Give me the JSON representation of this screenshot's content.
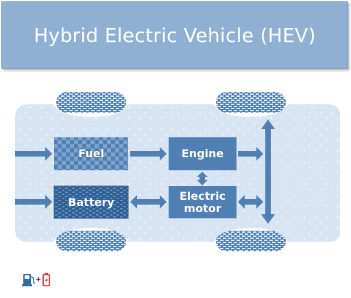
{
  "title": "Hybrid Electric Vehicle (HEV)",
  "components": {
    "fuel": "Fuel",
    "engine": "Engine",
    "battery": "Battery",
    "motor_line1": "Electric",
    "motor_line2": "motor"
  },
  "icons": {
    "legend": [
      "fuel-pump-icon",
      "plus-icon",
      "battery-icon"
    ]
  },
  "colors": {
    "banner": "#8fb0d3",
    "chassis": "#d7e4f1",
    "box": "#4f7fb3",
    "arrow": "#4f7fb3",
    "battery_icon": "#d9342b",
    "pump_icon": "#2c6fa8"
  }
}
